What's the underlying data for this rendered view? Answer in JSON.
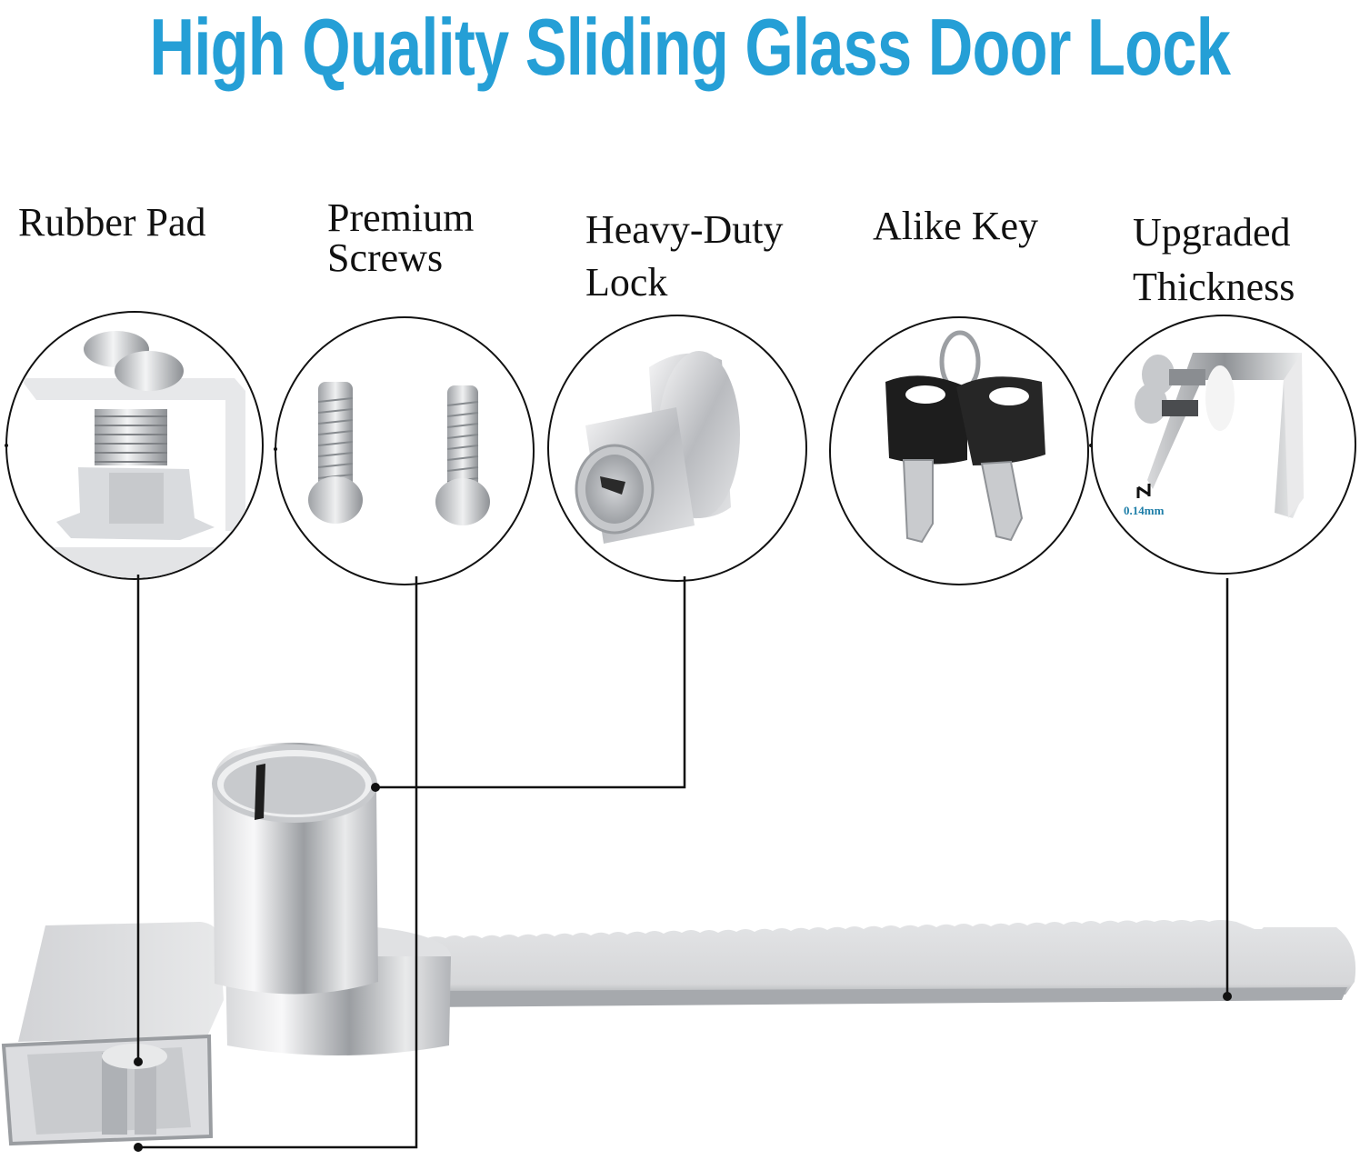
{
  "header": {
    "title": "High Quality Sliding Glass Door Lock",
    "title_color": "#259fd6"
  },
  "features": [
    {
      "id": "rubber-pad",
      "label_lines": [
        "Rubber Pad"
      ],
      "icon": "rubber-pad-screw-icon"
    },
    {
      "id": "premium-screws",
      "label_lines": [
        "Premium",
        "Screws"
      ],
      "icon": "screws-icon"
    },
    {
      "id": "heavy-duty-lock",
      "label_lines": [
        "Heavy-Duty",
        "Lock"
      ],
      "icon": "lock-cylinder-icon"
    },
    {
      "id": "alike-key",
      "label_lines": [
        "Alike Key"
      ],
      "icon": "keys-icon"
    },
    {
      "id": "upgraded-thickness",
      "label_lines": [
        "Upgraded",
        "Thickness"
      ],
      "icon": "bracket-icon",
      "dimension": "0.14mm"
    }
  ],
  "product": {
    "name": "sliding-glass-door-lock",
    "parts": [
      "lock-cylinder",
      "u-bracket",
      "serrated-bar"
    ]
  },
  "colors": {
    "accent": "#259fd6",
    "text": "#111111",
    "metal_light": "#e6e7e9",
    "metal_mid": "#c3c5c8",
    "metal_dark": "#8c8f93",
    "key_black": "#1c1c1c"
  }
}
